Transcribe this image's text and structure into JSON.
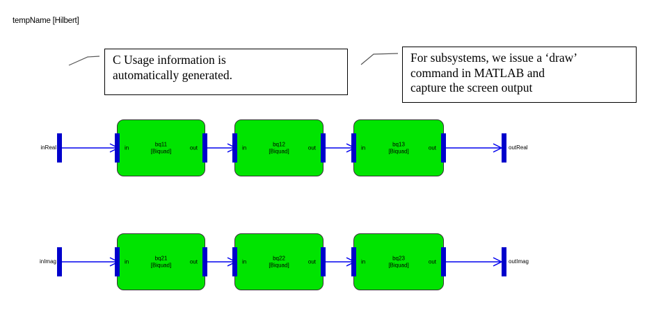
{
  "title": "tempName [Hilbert]",
  "callouts": {
    "usage": {
      "text": "C Usage information is\nautomatically generated."
    },
    "subsystem": {
      "text": "For subsystems, we issue a ‘draw’\ncommand in MATLAB and\ncapture the screen output"
    }
  },
  "port_labels": {
    "in": "in",
    "out": "out"
  },
  "rows": [
    {
      "input": "inReal",
      "output": "outReal",
      "blocks": [
        {
          "name": "bq11",
          "type": "[Biquad]"
        },
        {
          "name": "bq12",
          "type": "[Biquad]"
        },
        {
          "name": "bq13",
          "type": "[Biquad]"
        }
      ]
    },
    {
      "input": "inImag",
      "output": "outImag",
      "blocks": [
        {
          "name": "bq21",
          "type": "[Biquad]"
        },
        {
          "name": "bq22",
          "type": "[Biquad]"
        },
        {
          "name": "bq23",
          "type": "[Biquad]"
        }
      ]
    }
  ],
  "colors": {
    "block_fill": "#00E400",
    "block_border": "#333333",
    "wire": "#0000EE",
    "port_bar": "#0000CC",
    "annotation_border": "#000000",
    "leader": "#555555"
  }
}
